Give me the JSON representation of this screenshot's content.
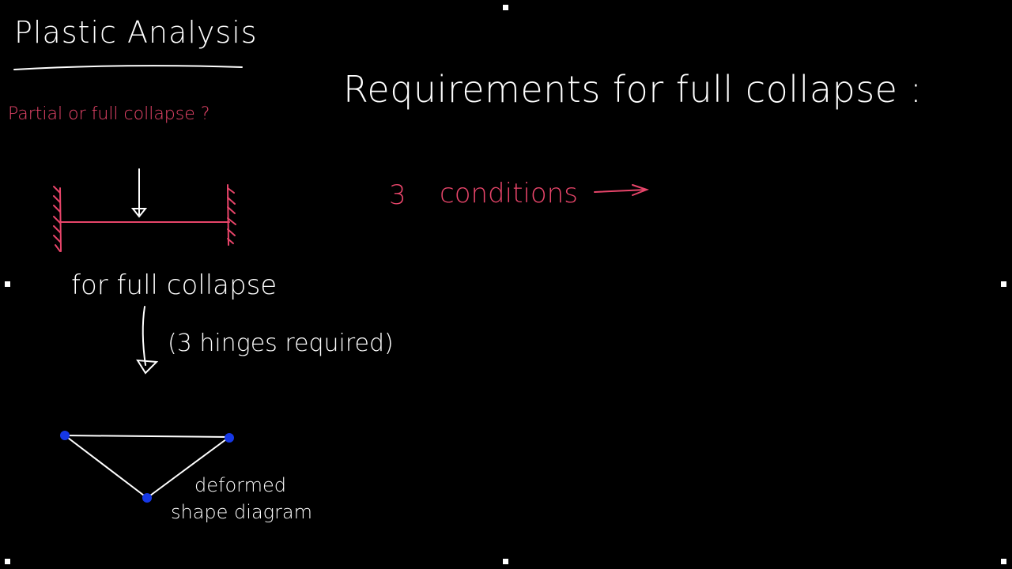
{
  "colors": {
    "background": "#000000",
    "chalk": "#ffffff",
    "accent": "#e8456a",
    "hinge": "#1638e6"
  },
  "board": {
    "title": "Plastic Analysis",
    "question": "Partial or full collapse ?",
    "requirements_heading": "Requirements for full collapse :",
    "conditions_count": "3",
    "conditions_label": "conditions",
    "full_collapse_label": "for full collapse",
    "hinges_note": "(3 hinges required)",
    "deformed_line1": "deformed",
    "deformed_line2": "shape diagram"
  },
  "icons": {
    "arrow_right": "right-arrow-icon",
    "arrow_down": "down-arrow-icon",
    "load_arrow": "load-arrow-icon",
    "fixed_support": "fixed-support-icon",
    "hinge": "plastic-hinge-icon",
    "resize_handle": "resize-handle-icon"
  }
}
